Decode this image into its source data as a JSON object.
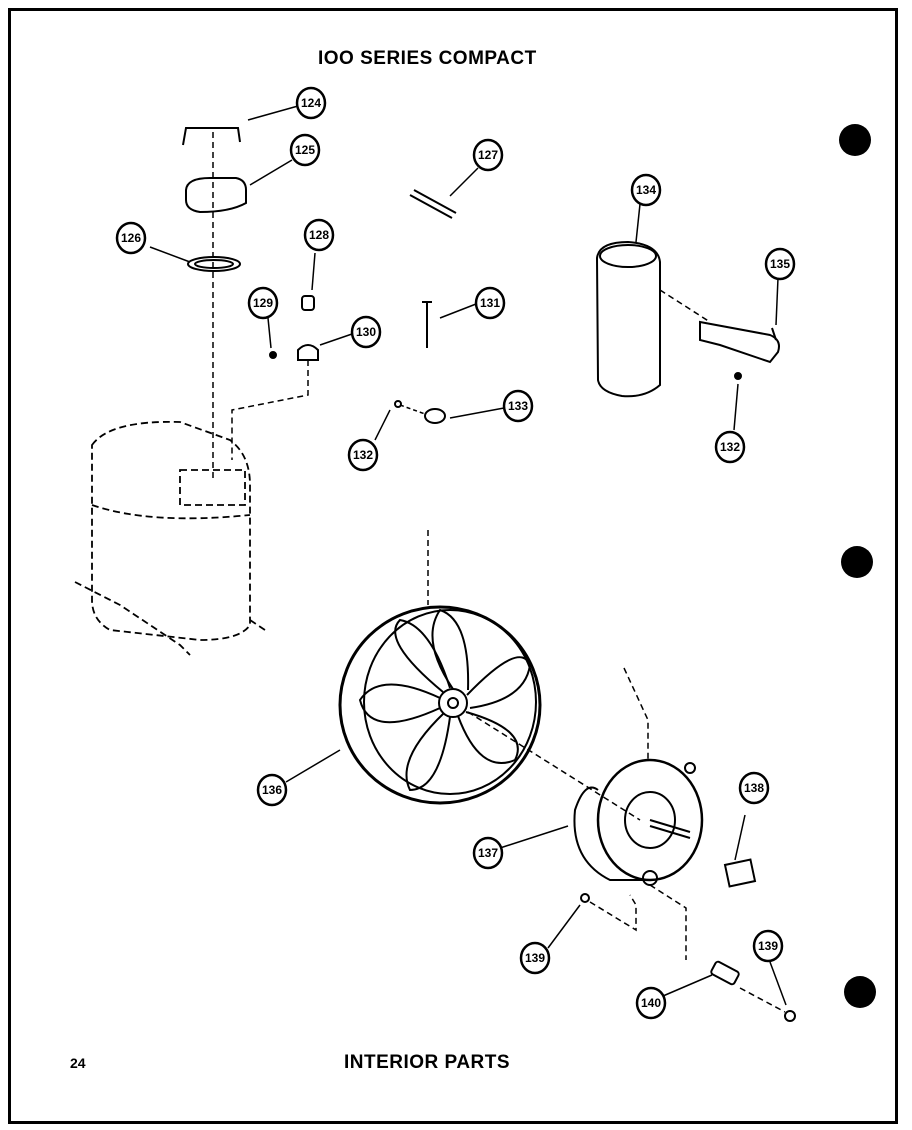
{
  "header": {
    "title": "IOO SERIES COMPACT"
  },
  "footer": {
    "page_number": "24",
    "title": "INTERIOR PARTS"
  },
  "callouts": [
    {
      "id": "c124",
      "label": "124"
    },
    {
      "id": "c125",
      "label": "125"
    },
    {
      "id": "c126",
      "label": "126"
    },
    {
      "id": "c127",
      "label": "127"
    },
    {
      "id": "c128",
      "label": "128"
    },
    {
      "id": "c129",
      "label": "129"
    },
    {
      "id": "c130",
      "label": "130"
    },
    {
      "id": "c131",
      "label": "131"
    },
    {
      "id": "c132a",
      "label": "132"
    },
    {
      "id": "c133",
      "label": "133"
    },
    {
      "id": "c134",
      "label": "134"
    },
    {
      "id": "c135",
      "label": "135"
    },
    {
      "id": "c132b",
      "label": "132"
    },
    {
      "id": "c136",
      "label": "136"
    },
    {
      "id": "c137",
      "label": "137"
    },
    {
      "id": "c138",
      "label": "138"
    },
    {
      "id": "c139a",
      "label": "139"
    },
    {
      "id": "c139b",
      "label": "139"
    },
    {
      "id": "c140",
      "label": "140"
    }
  ]
}
